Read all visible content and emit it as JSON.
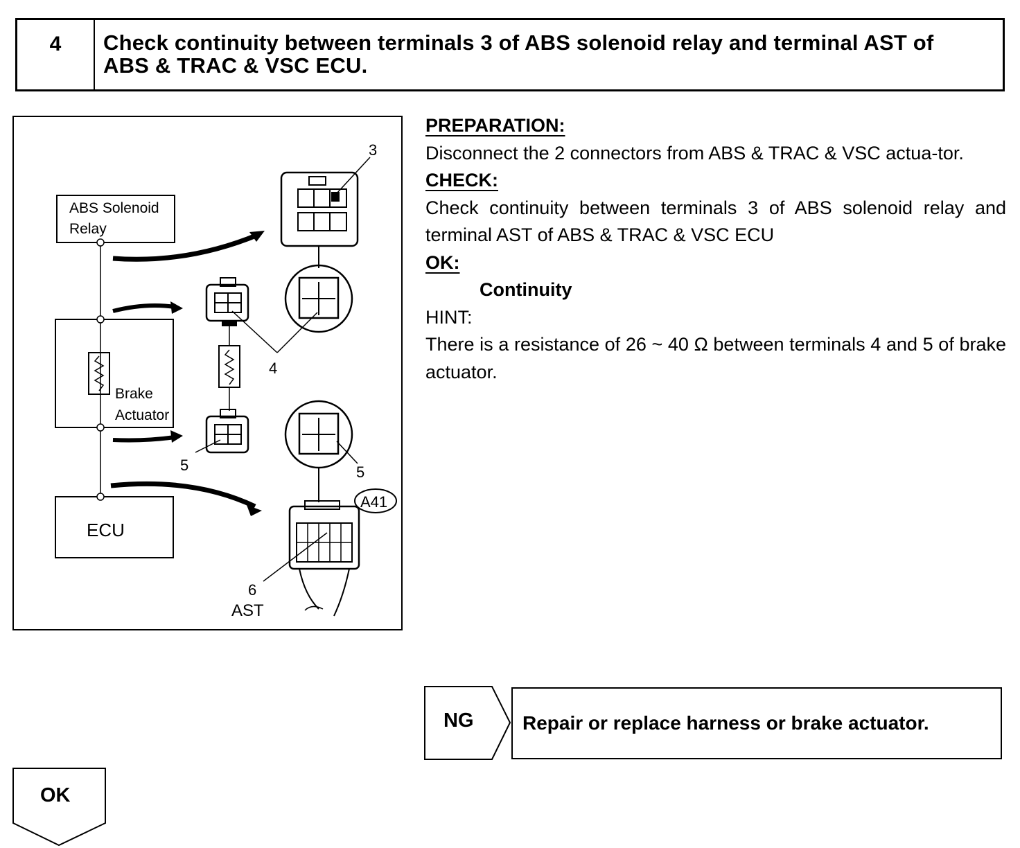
{
  "step": {
    "number": "4",
    "title_line1": "Check continuity between terminals 3 of ABS solenoid relay and terminal AST of",
    "title_line2": "ABS & TRAC & VSC ECU."
  },
  "figure": {
    "labels": {
      "relay": [
        "ABS Solenoid",
        "Relay"
      ],
      "actuator": [
        "Brake",
        "Actuator"
      ],
      "ecu": "ECU",
      "pin3": "3",
      "pin4": "4",
      "pin5_left": "5",
      "pin5_right": "5",
      "pin6": "6",
      "ast": "AST",
      "connector_code": "A41"
    }
  },
  "instructions": {
    "preparation_heading": "PREPARATION:",
    "preparation_text": "Disconnect the 2 connectors from ABS & TRAC & VSC actua-tor.",
    "check_heading": "CHECK:",
    "check_text": "Check continuity between terminals 3 of ABS solenoid relay and terminal AST of ABS & TRAC & VSC ECU",
    "ok_heading": "OK:",
    "ok_value": "Continuity",
    "hint_heading": "HINT:",
    "hint_text": "There is a resistance of 26 ~ 40 Ω between terminals 4 and 5 of brake actuator."
  },
  "ng": {
    "label": "NG",
    "action": "Repair or replace harness or brake actuator."
  },
  "ok_branch": {
    "label": "OK"
  }
}
